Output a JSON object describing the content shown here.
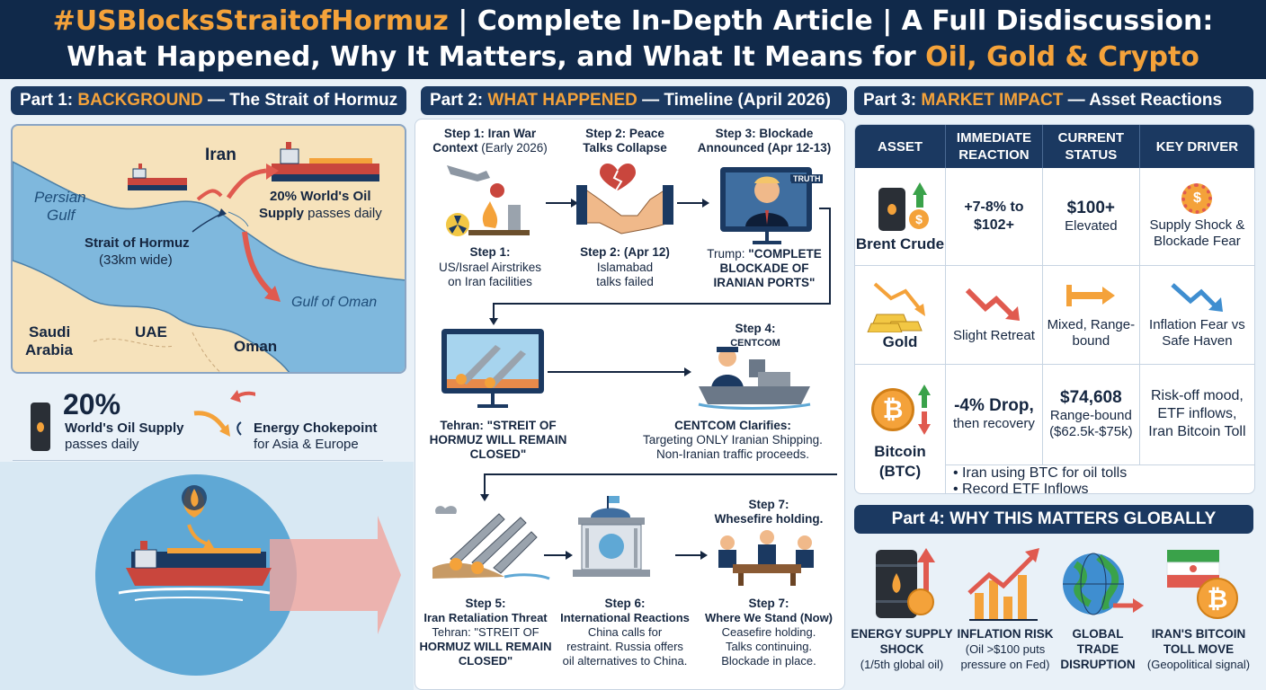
{
  "header": {
    "hashtag": "#USBlocksStraitofHormuz",
    "title_rest": " | Complete In-Depth Article | A Full Disdiscussion:",
    "subtitle_main": "What Happened, Why It Matters, and What It Means for ",
    "subtitle_accent": "Oil, Gold & Crypto"
  },
  "part1": {
    "label": "Part 1: ",
    "accent": "BACKGROUND",
    "rest": " — The Strait of Hormuz",
    "map": {
      "iran": "Iran",
      "persian_gulf_1": "Persian",
      "persian_gulf_2": "Gulf",
      "strait_1": "Strait of Hormuz",
      "strait_2": "(33km wide)",
      "gulf_oman": "Gulf of Oman",
      "saudi_1": "Saudi",
      "saudi_2": "Arabia",
      "uae": "UAE",
      "oman": "Oman",
      "supply_1": "20% World's Oil",
      "supply_2a": "Supply",
      "supply_2b": " passes daily"
    },
    "stat_big": "20%",
    "stat_line1": "World's Oil Supply",
    "stat_line2": "passes daily",
    "choke_1": "Energy Chokepoint",
    "choke_2": "for Asia & Europe"
  },
  "part2": {
    "label": "Part 2: ",
    "accent": "WHAT HAPPENED",
    "rest": " — Timeline (April 2026)",
    "s1_top_1": "Step 1: Iran War",
    "s1_top_2": "Context",
    "s1_top_2b": " (Early 2026)",
    "s1_title": "Step 1:",
    "s1_d1": "US/Israel Airstrikes",
    "s1_d2": "on Iran facilities",
    "s2_top_1": "Step 2: Peace",
    "s2_top_2": "Talks Collapse",
    "s2_title": "Step 2: (Apr 12)",
    "s2_d1": "Islamabad",
    "s2_d2": "talks failed",
    "s3_top_1": "Step 3: Blockade",
    "s3_top_2": "Announced (Apr 12-13)",
    "s3_d0": "Trump: ",
    "s3_d1": "\"COMPLETE",
    "s3_d2": "BLOCKADE OF",
    "s3_d3": "IRANIAN PORTS\"",
    "truth": "TRUTH",
    "tehran_1": "Tehran: \"STREIT OF",
    "tehran_2": "HORMUZ WILL REMAIN",
    "tehran_3": "CLOSED\"",
    "s4_top": "Step 4:",
    "s4_sub": "CENTCOM",
    "s4_title": "CENTCOM Clarifies:",
    "s4_d1": "Targeting ONLY Iranian Shipping.",
    "s4_d2": "Non-Iranian traffic proceeds.",
    "s5_title": "Step 5:",
    "s5_t2": "Iran Retaliation Threat",
    "s5_d1": "Tehran: \"STREIT OF",
    "s5_d2": "HORMUZ WILL REMAIN",
    "s5_d3": "CLOSED\"",
    "s6_title": "Step 6:",
    "s6_t2": "International Reactions",
    "s6_d1": "China calls for",
    "s6_d2": "restraint. Russia offers",
    "s6_d3": "oil alternatives to China.",
    "s7_top_1": "Step 7:",
    "s7_top_2": "Whesefire holding.",
    "s7_title": "Step 7:",
    "s7_t2": "Where We Stand (Now)",
    "s7_d1": "Ceasefire holding.",
    "s7_d2": "Talks continuing.",
    "s7_d3": "Blockade in place."
  },
  "part3": {
    "label": "Part 3: ",
    "accent": "MARKET IMPACT",
    "rest": " — Asset Reactions",
    "headers": [
      "ASSET",
      "IMMEDIATE REACTION",
      "CURRENT STATUS",
      "KEY DRIVER"
    ],
    "rows": [
      {
        "asset": "Brent Crude",
        "reaction": "+7-8% to $102+",
        "status_big": "$100+",
        "status_small": "Elevated",
        "driver": "Supply Shock & Blockade Fear"
      },
      {
        "asset": "Gold",
        "reaction": "Slight Retreat",
        "status_big": "",
        "status_small": "Mixed, Range-bound",
        "driver": "Inflation Fear vs Safe Haven"
      },
      {
        "asset": "Bitcoin (BTC)",
        "reaction_big": "-4% Drop,",
        "reaction_small": "then recovery",
        "status_big": "$74,608",
        "status_small": "Range-bound ($62.5k-$75k)",
        "driver": "Risk-off mood, ETF inflows, Iran Bitcoin Toll"
      }
    ],
    "bullets": [
      "• Iran using BTC for oil tolls",
      "• Record ETF Inflows"
    ]
  },
  "part4": {
    "title": "Part 4: WHY THIS MATTERS GLOBALLY",
    "items": [
      {
        "l1": "ENERGY SUPPLY",
        "l2": "SHOCK",
        "l3": "(1/5th global oil)"
      },
      {
        "l1": "INFLATION RISK",
        "l2": "(Oil >$100 puts",
        "l3": "pressure on Fed)"
      },
      {
        "l1": "GLOBAL",
        "l2": "TRADE",
        "l3": "DISRUPTION"
      },
      {
        "l1": "IRAN'S BITCOIN",
        "l2": "TOLL MOVE",
        "l3": "(Geopolitical signal)"
      }
    ]
  },
  "colors": {
    "navy": "#10294a",
    "panel_title": "#1b3961",
    "accent": "#f4a23a",
    "red": "#e05a4f",
    "green": "#3aa24a",
    "water": "#7fb8dd",
    "land": "#f6e2bb"
  }
}
